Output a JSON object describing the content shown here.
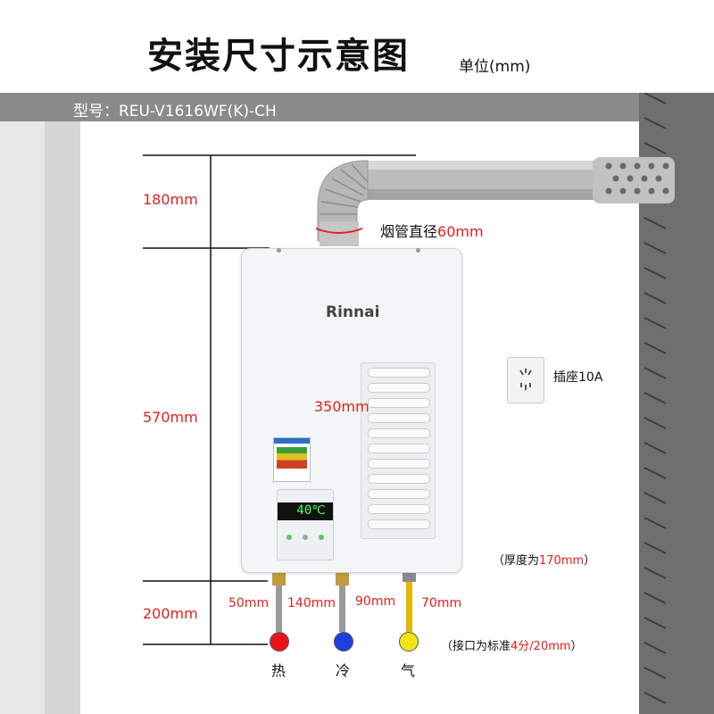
{
  "title": "安装尺寸示意图",
  "unit_label": "单位(mm)",
  "model_label": "型号：REU-V1616WF(K)-CH",
  "brand": "Rinnai",
  "display_value": "40℃",
  "dimensions": {
    "top_clearance": "180mm",
    "heater_height": "570mm",
    "bottom_clearance": "200mm",
    "heater_width": "350mm",
    "flue_prefix": "烟管直径",
    "flue_value": "60mm",
    "pipe_spacing_1": "50mm",
    "pipe_spacing_2": "140mm",
    "pipe_spacing_3": "90mm",
    "pipe_spacing_4": "70mm"
  },
  "thickness_note": {
    "prefix": "（厚度为",
    "value": "170mm",
    "suffix": "）"
  },
  "interface_note": {
    "prefix": "（接口为标准",
    "value": "4分/20mm",
    "suffix": "）"
  },
  "socket_label": "插座10A",
  "connections": [
    {
      "label": "热",
      "color": "#e8141b"
    },
    {
      "label": "冷",
      "color": "#1e3ee0"
    },
    {
      "label": "气",
      "color": "#f1e416"
    }
  ],
  "colors": {
    "dimension_red": "#e02020",
    "wall_gray": "#8a8a8a",
    "gas_pipe": "#e6b800"
  }
}
